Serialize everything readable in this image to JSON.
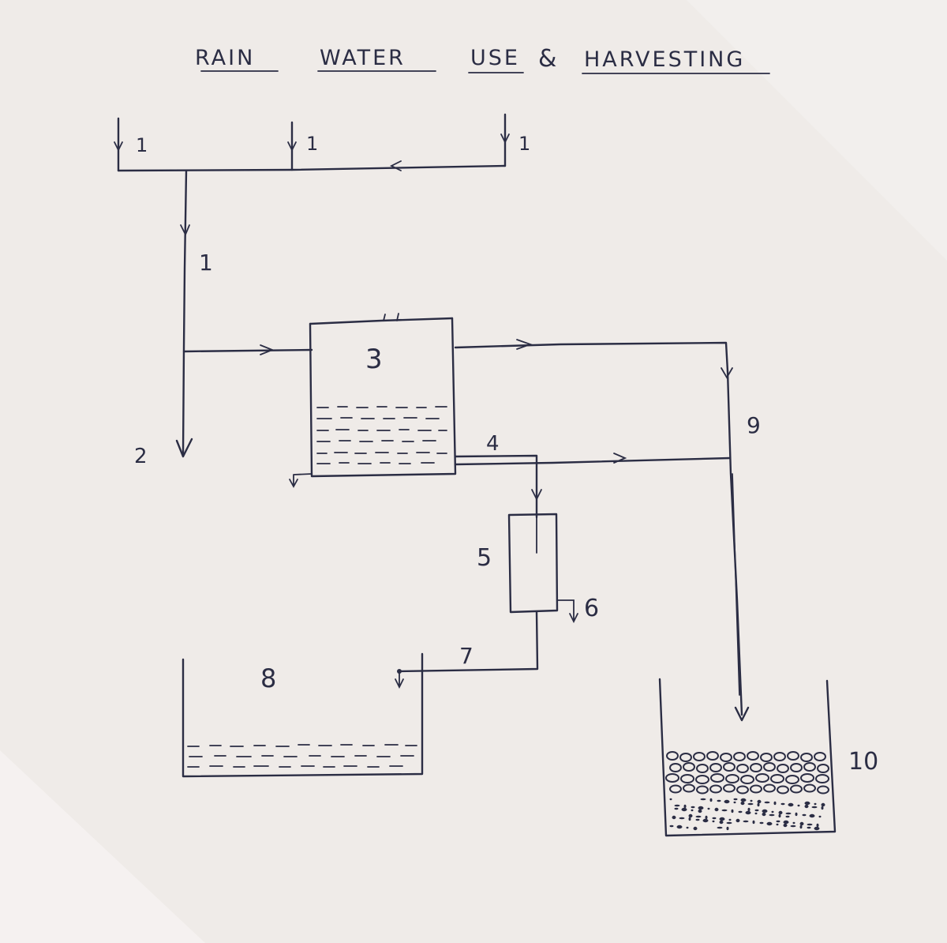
{
  "title": {
    "words": [
      "RAIN",
      "WATER",
      "USE",
      "&",
      "HARVESTING"
    ]
  },
  "labels": {
    "inlet_a": "1",
    "inlet_b": "1",
    "inlet_c": "1",
    "downpipe": "1",
    "overflow": "2",
    "tank": "3",
    "outlet": "4",
    "filter": "5",
    "filter_drain": "6",
    "filtered_line": "7",
    "storage": "8",
    "recharge_line": "9",
    "recharge_pit": "10"
  },
  "colors": {
    "paper": "#efebe8",
    "ink": "#2b2d44"
  }
}
